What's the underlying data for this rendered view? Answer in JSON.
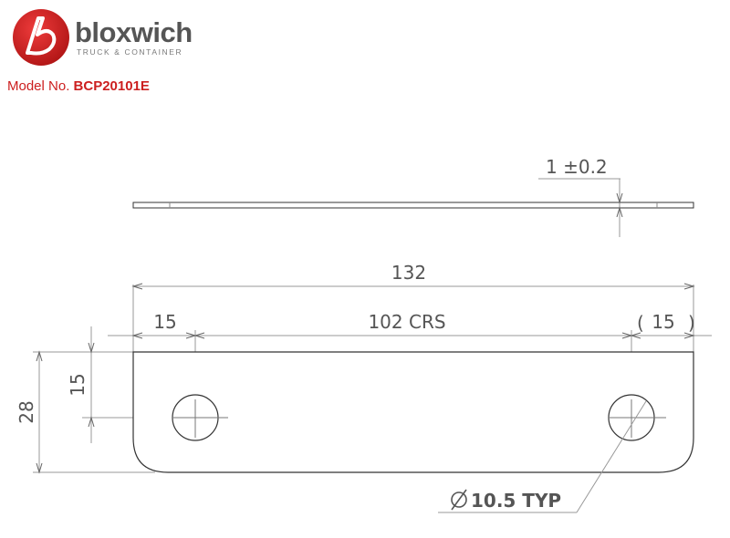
{
  "brand": {
    "name": "bloxwich",
    "tagline": "TRUCK & CONTAINER",
    "logo_icon": "bloxwich-b-logo-icon",
    "accent_color": "#cc1f1f"
  },
  "model": {
    "label": "Model No.",
    "number": "BCP20101E"
  },
  "dimensions": {
    "thickness": "1 ±0.2",
    "overall_length": "132",
    "left_edge": "15",
    "centers": "102 CRS",
    "right_edge": "15",
    "hole_offset": "15",
    "height": "28",
    "hole_diameter": "10.5 TYP"
  }
}
